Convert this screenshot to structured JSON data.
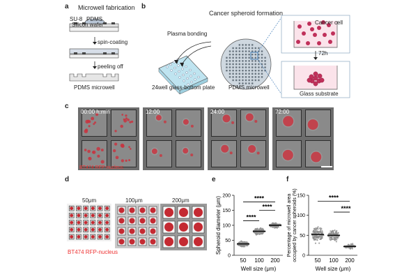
{
  "panels": {
    "a": {
      "letter": "a",
      "title": "Microwell fabrication",
      "su8": "SU-8",
      "pdms": "PDMS",
      "wafer": "Silicon wafer",
      "step1": "spin-coating",
      "step2": "peeling off",
      "result": "PDMS microwell"
    },
    "b": {
      "letter": "b",
      "title": "Cancer spheroid formation",
      "bonding": "Plasma bonding",
      "plate": "24well glass-bottom plate",
      "microwell": "PDMS microwell",
      "cell": "Cancer cell",
      "time": "72h",
      "glass": "Glass substrate"
    },
    "c": {
      "letter": "c",
      "timepoints": [
        "00:00 h:min",
        "12:00",
        "24:00",
        "72:00"
      ],
      "overlay_label": "BT474 RFP-nucleus"
    },
    "d": {
      "letter": "d",
      "sizes": [
        "50μm",
        "100μm",
        "200μm"
      ],
      "label": "BT474 RFP-nucleus"
    },
    "e": {
      "letter": "e",
      "ylabel": "Spheroid diameter (μm)",
      "xlabel": "Well size (μm)",
      "sig": "****"
    },
    "f": {
      "letter": "f",
      "ylabel": "Percentage of microwell area occupied by cancer spheroids (%)",
      "xlabel": "Well size (μm)",
      "sig": "****"
    }
  },
  "chart_data": [
    {
      "panel": "e",
      "type": "scatter",
      "categories": [
        "50",
        "100",
        "200"
      ],
      "medians": [
        38,
        80,
        100
      ],
      "spreads": [
        12,
        14,
        12
      ],
      "ylim": [
        0,
        200
      ],
      "yticks": [
        0,
        50,
        100,
        150,
        200
      ],
      "xlabel": "Well size (μm)",
      "ylabel": "Spheroid diameter (μm)",
      "significance": [
        "****",
        "****",
        "****"
      ]
    },
    {
      "panel": "f",
      "type": "scatter",
      "categories": [
        "50",
        "100",
        "200"
      ],
      "medians": [
        52,
        50,
        22
      ],
      "spreads": [
        25,
        18,
        8
      ],
      "ylim": [
        0,
        150
      ],
      "yticks": [
        0,
        50,
        100,
        150
      ],
      "xlabel": "Well size (μm)",
      "ylabel": "Percentage of microwell area occupied by cancer spheroids (%)",
      "significance": [
        "****",
        "****"
      ]
    }
  ]
}
